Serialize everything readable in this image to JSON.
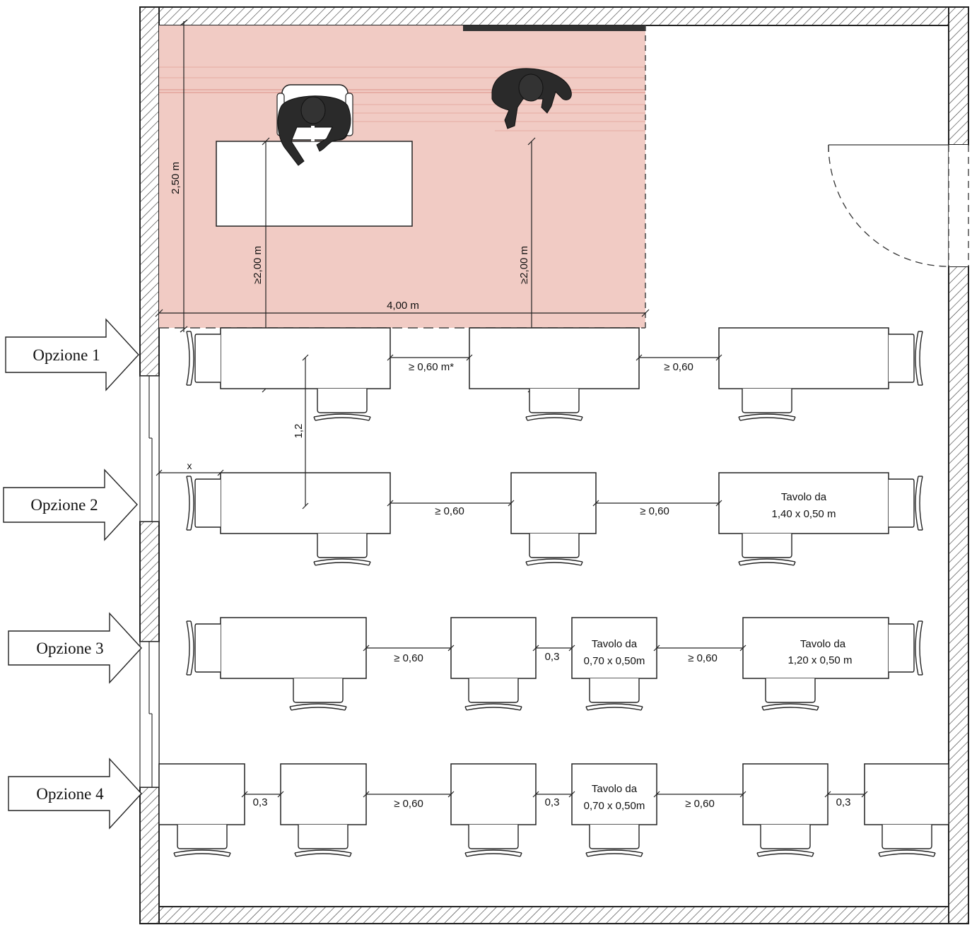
{
  "colors": {
    "zone_fill": "#f1cbc4",
    "wall_line": "#222222",
    "person_fill": "#2a2a2a"
  },
  "options": {
    "opt1": "Opzione 1",
    "opt2": "Opzione 2",
    "opt3": "Opzione 3",
    "opt4": "Opzione 4"
  },
  "zone": {
    "height_label": "2,50 m",
    "width_label": "4,00 m",
    "clearance_left": "≥2,00 m",
    "clearance_right": "≥2,00 m"
  },
  "dims": {
    "r1_gap1": "≥ 0,60 m*",
    "r1_gap2": "≥ 0,60",
    "row_spacing": "1,2",
    "wall_gap": "x",
    "r2_gap1": "≥ 0,60",
    "r2_gap2": "≥ 0,60",
    "r3_gap1": "≥ 0,60",
    "r3_gap2": "0,3",
    "r3_gap3": "≥ 0,60",
    "r4_gap1": "0,3",
    "r4_gap2": "≥ 0,60",
    "r4_gap3": "0,3",
    "r4_gap4": "≥ 0,60",
    "r4_gap5": "0,3"
  },
  "table_labels": {
    "r2_large_l1": "Tavolo da",
    "r2_large_l2": "1,40 x 0,50 m",
    "r3_small_l1": "Tavolo da",
    "r3_small_l2": "0,70 x 0,50m",
    "r3_large_l1": "Tavolo da",
    "r3_large_l2": "1,20 x 0,50 m",
    "r4_small_l1": "Tavolo da",
    "r4_small_l2": "0,70 x 0,50m"
  }
}
